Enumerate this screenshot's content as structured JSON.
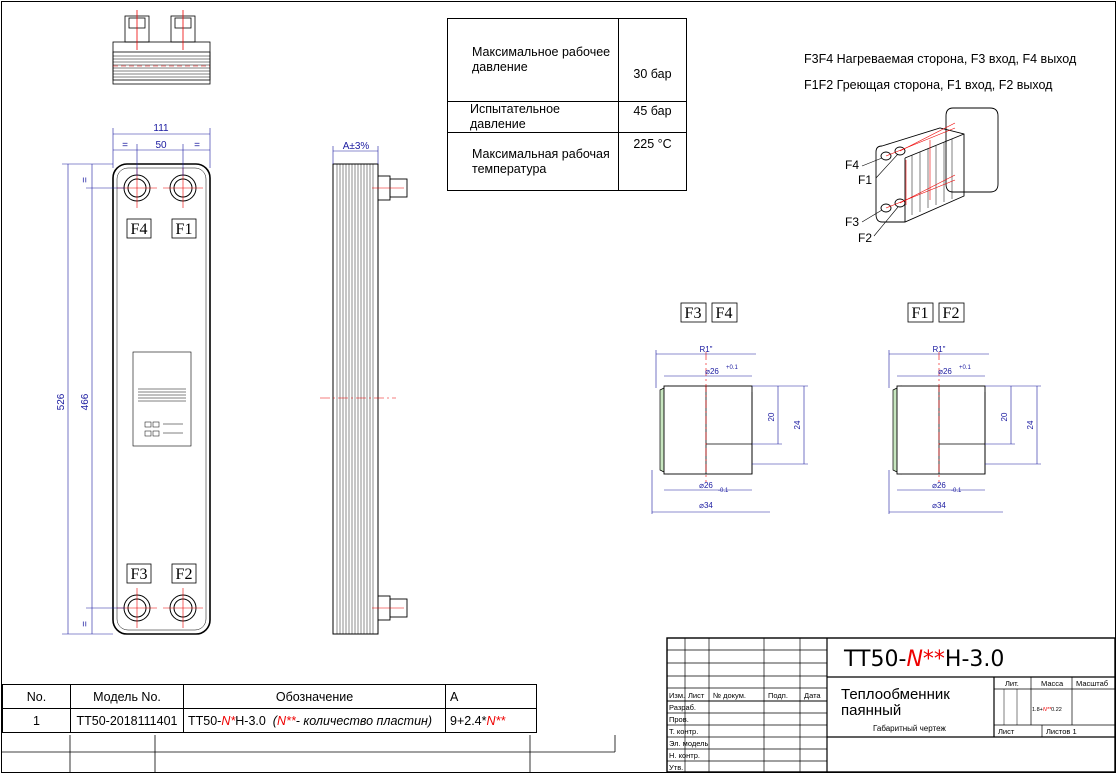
{
  "spec_table": [
    {
      "label": "Максимальное рабочее давление",
      "value": "30 бар"
    },
    {
      "label": "Испытательное давление",
      "value": "45 бар"
    },
    {
      "label": "Максимальная рабочая температура",
      "value": "225 °C"
    }
  ],
  "notes": {
    "heated_side": "F3F4 Нагреваемая сторона, F3 вход, F4 выход",
    "heating_side": "F1F2 Греющая сторона, F1 вход, F2 выход"
  },
  "ports": {
    "f1": "F1",
    "f2": "F2",
    "f3": "F3",
    "f4": "F4"
  },
  "dimensions": {
    "width_total": "111",
    "width_inner": "50",
    "eq": "=",
    "height_total": "526",
    "height_inner": "466",
    "depth": "A±3%"
  },
  "connection_dims": {
    "thread": "R1\"",
    "d26": "⌀26",
    "d26_tol": "+0.1",
    "d26_low": "⌀26",
    "d26_low_tol": "-0.1",
    "d34": "⌀34",
    "h20": "20",
    "h24": "24"
  },
  "bom": {
    "headers": [
      "No.",
      "Модель No.",
      "Обозначение",
      "A"
    ],
    "row": {
      "no": "1",
      "model": "TT50-2018111401",
      "designation_prefix": "TT50-",
      "designation_mark": "N*",
      "designation_suffix": "H-3.0",
      "note_open": "(",
      "note_mark": "N**",
      "note_text": "- количество пластин)",
      "a_prefix": "9+2.4*",
      "a_mark": "N**"
    }
  },
  "title_block": {
    "code_prefix": "TT50-",
    "code_mark": "N**",
    "code_suffix": "H-3.0",
    "name_line1": "Теплообменник",
    "name_line2": "паянный",
    "doc_type": "Габаритный чертеж",
    "col_headers": [
      "Изм.",
      "Лист",
      "№ докум.",
      "Подп.",
      "Дата"
    ],
    "row_labels": [
      "Разраб.",
      "Пров.",
      "Т. контр.",
      "Эл. модель",
      "Н. контр.",
      "Утв."
    ],
    "lit": "Лит.",
    "mass": "Масса",
    "scale": "Масштаб",
    "mass_prefix": "1.8+",
    "mass_mark": "N**",
    "mass_suffix": "0.22",
    "sheet": "Лист",
    "sheets": "Листов 1"
  },
  "colors": {
    "dimension": "#1a1aa0",
    "accent": "#e00000",
    "line": "#000000",
    "fill": "#c8e6c0"
  }
}
